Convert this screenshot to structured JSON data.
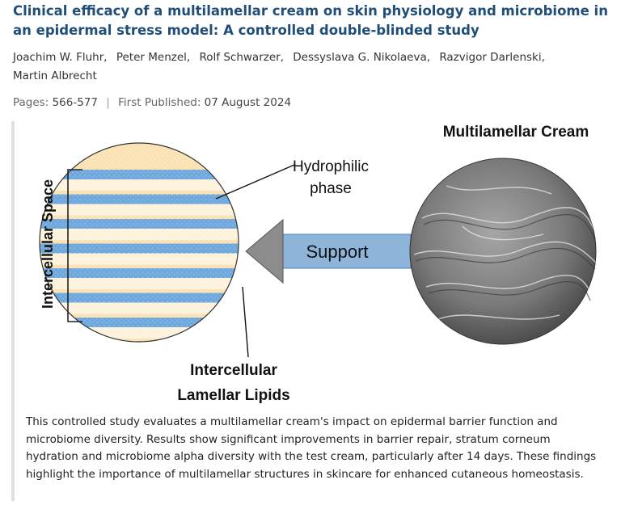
{
  "article": {
    "title": "Clinical efficacy of a multilamellar cream on skin physiology and microbiome in an epidermal stress model: A controlled double-blinded study",
    "authors": [
      "Joachim W. Fluhr,",
      "Peter Menzel,",
      "Rolf Schwarzer,",
      "Dessyslava G. Nikolaeva,",
      "Razvigor Darlenski,",
      "Martin Albrecht"
    ],
    "pages_label": "Pages:",
    "pages_value": "566-577",
    "separator": "|",
    "published_label": "First Published:",
    "published_value": "07 August 2024"
  },
  "figure": {
    "title": "Multilamellar Cream",
    "hydrophilic_line1": "Hydrophilic",
    "hydrophilic_line2": "phase",
    "support_label": "Support",
    "lipids_line1": "Intercellular",
    "lipids_line2": "Lamellar Lipids",
    "space_label": "Intercellular Space",
    "colors": {
      "blue_layer": "#6fa8dc",
      "light_layer": "#fbe2b4",
      "arrow": "#8eb4d9",
      "cream": "#7a7a7a"
    }
  },
  "abstract": "This controlled study evaluates a multilamellar cream's impact on epidermal barrier function and microbiome diversity. Results show significant improvements in barrier repair, stratum corneum hydration and microbiome alpha diversity with the test cream, particularly after 14 days. These findings highlight the importance of multilamellar structures in skincare for enhanced cutaneous homeostasis."
}
